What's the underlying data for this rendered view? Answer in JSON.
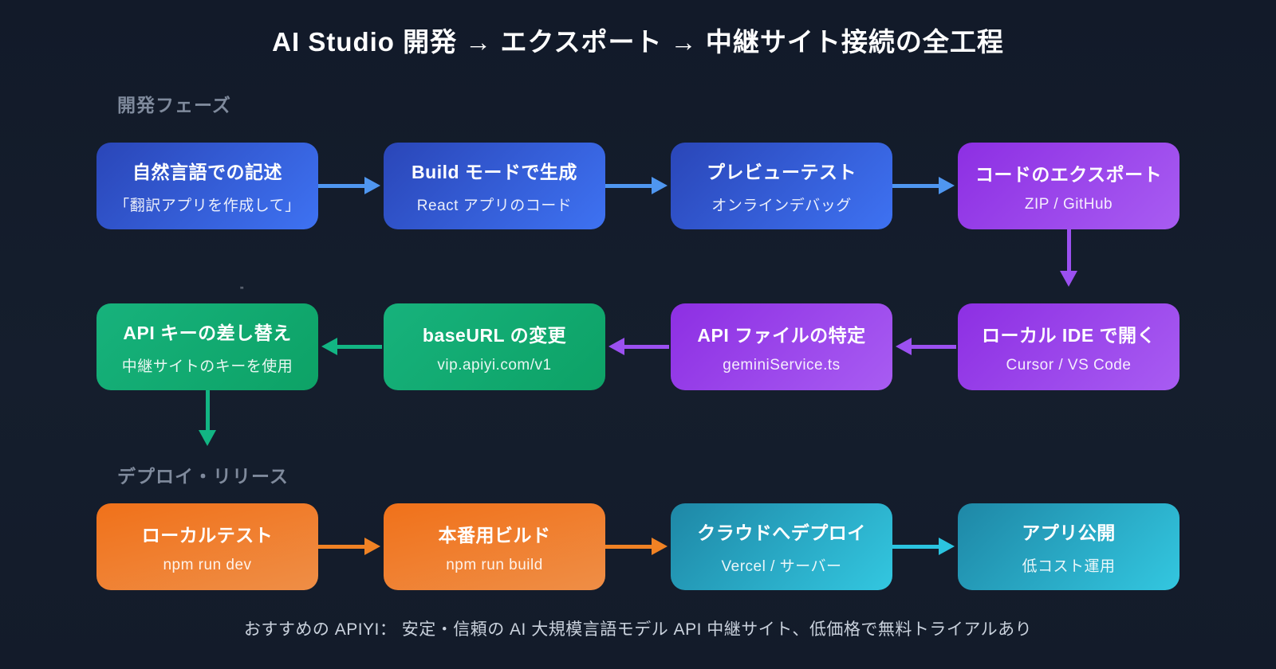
{
  "title": "AI Studio 開発 → エクスポート → 中継サイト接続の全工程",
  "section_labels": {
    "development": "開発フェーズ",
    "deployment": "デプロイ・リリース"
  },
  "flow": {
    "development_row": [
      {
        "title": "自然言語での記述",
        "subtitle": "「翻訳アプリを作成して」",
        "color": "blue"
      },
      {
        "title": "Build モードで生成",
        "subtitle": "React アプリのコード",
        "color": "blue"
      },
      {
        "title": "プレビューテスト",
        "subtitle": "オンラインデバッグ",
        "color": "blue"
      },
      {
        "title": "コードのエクスポート",
        "subtitle": "ZIP / GitHub",
        "color": "purple"
      }
    ],
    "migration_row": [
      {
        "title": "API キーの差し替え",
        "subtitle": "中継サイトのキーを使用",
        "color": "green"
      },
      {
        "title": "baseURL の変更",
        "subtitle": "vip.apiyi.com/v1",
        "color": "green"
      },
      {
        "title": "API ファイルの特定",
        "subtitle": "geminiService.ts",
        "color": "purple"
      },
      {
        "title": "ローカル IDE で開く",
        "subtitle": "Cursor / VS Code",
        "color": "purple"
      }
    ],
    "deployment_row": [
      {
        "title": "ローカルテスト",
        "subtitle": "npm run dev",
        "color": "orange"
      },
      {
        "title": "本番用ビルド",
        "subtitle": "npm run build",
        "color": "orange"
      },
      {
        "title": "クラウドへデプロイ",
        "subtitle": "Vercel / サーバー",
        "color": "cyan"
      },
      {
        "title": "アプリ公開",
        "subtitle": "低コスト運用",
        "color": "cyan"
      }
    ]
  },
  "footer": "おすすめの APIYI： 安定・信頼の AI 大規模言語モデル API 中継サイト、低価格で無料トライアルあり",
  "artifact_mark": "”",
  "colors": {
    "background": "#141d2c",
    "blue_box_gradient": [
      "#2a46b8",
      "#3e72f2"
    ],
    "purple_box_gradient": [
      "#8d2fe3",
      "#a85cf2"
    ],
    "green_box_gradient": [
      "#17b27c",
      "#0da266"
    ],
    "orange_box_gradient": [
      "#f0711a",
      "#ef8e46"
    ],
    "cyan_box_gradient": [
      "#1e87a6",
      "#33c7e0"
    ],
    "arrow_blue": "#4f96f0",
    "arrow_purple": "#9b50f0",
    "arrow_green": "#12b583",
    "arrow_orange": "#f08224",
    "arrow_cyan": "#2bc4e0",
    "section_label_text": "#7f8a9c",
    "footer_text": "#c9d1dc",
    "title_text": "#ffffff"
  }
}
